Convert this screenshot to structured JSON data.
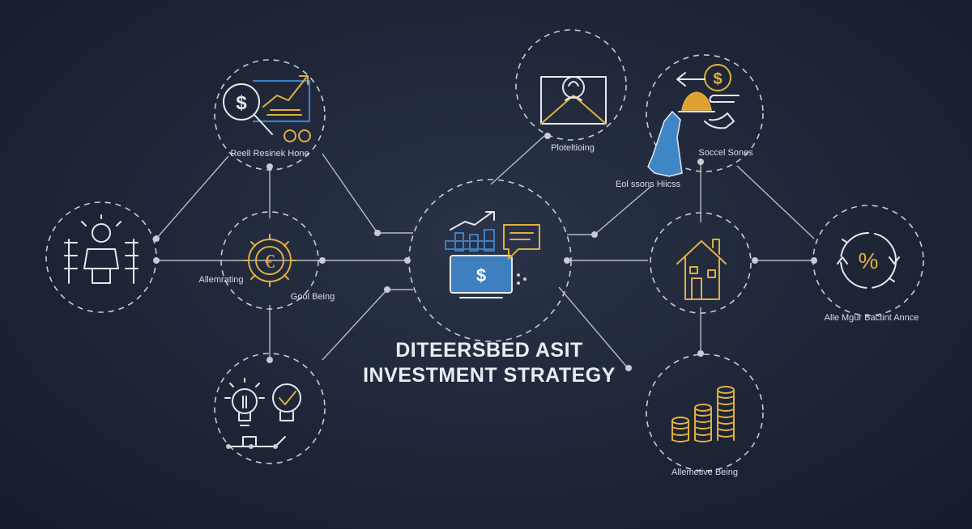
{
  "diagram": {
    "title_line1": "DITEERSBED ASIT",
    "title_line2": "INVESTMENT STRATEGY",
    "labels": {
      "real_estate": "Reell Resinek Hone",
      "profiling": "Ploteltioing",
      "social": "Soccel Sones",
      "ecal": "Eol ssons Hiicss",
      "alternating": "Allemrating",
      "goal": "Gool Being",
      "rate": "Alle Mgur Bactint Annce",
      "alt_being": "Allemetive Being"
    },
    "colors": {
      "line": "#b8bcc6",
      "icon": "#e6e8ee",
      "gold": "#e0b040",
      "blue": "#3d7fbf"
    }
  }
}
